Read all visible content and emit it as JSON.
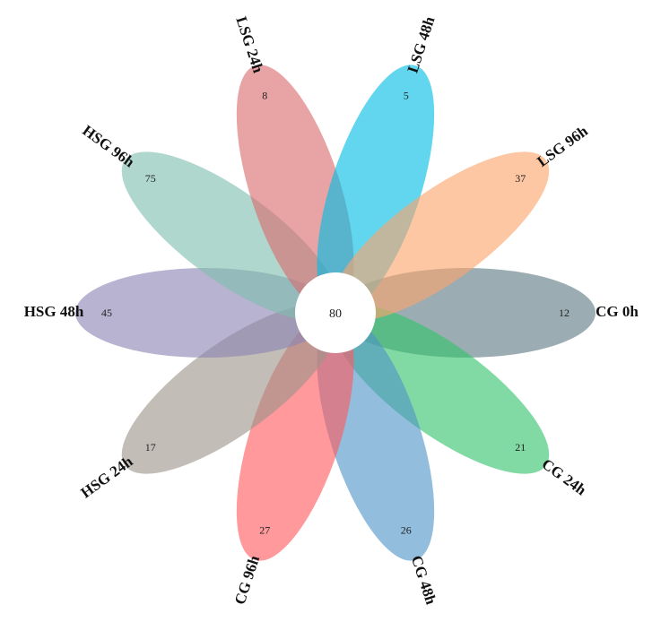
{
  "chart_data": {
    "type": "flower-venn",
    "core": {
      "value": "80"
    },
    "petals": [
      {
        "name": "CG 0h",
        "count": "12",
        "color": "#5d7a83"
      },
      {
        "name": "CG 24h",
        "count": "21",
        "color": "#33c36b"
      },
      {
        "name": "CG 48h",
        "count": "26",
        "color": "#4f94c8"
      },
      {
        "name": "CG 96h",
        "count": "27",
        "color": "#ff5a5f"
      },
      {
        "name": "HSG 24h",
        "count": "17",
        "color": "#9c9489"
      },
      {
        "name": "HSG 48h",
        "count": "45",
        "color": "#8b84b3"
      },
      {
        "name": "HSG 96h",
        "count": "75",
        "color": "#7fbfae"
      },
      {
        "name": "LSG 24h",
        "count": "8",
        "color": "#da6a6e"
      },
      {
        "name": "LSG 48h",
        "count": "5",
        "color": "#00bde3"
      },
      {
        "name": "LSG 96h",
        "count": "37",
        "color": "#fba46c"
      }
    ]
  }
}
